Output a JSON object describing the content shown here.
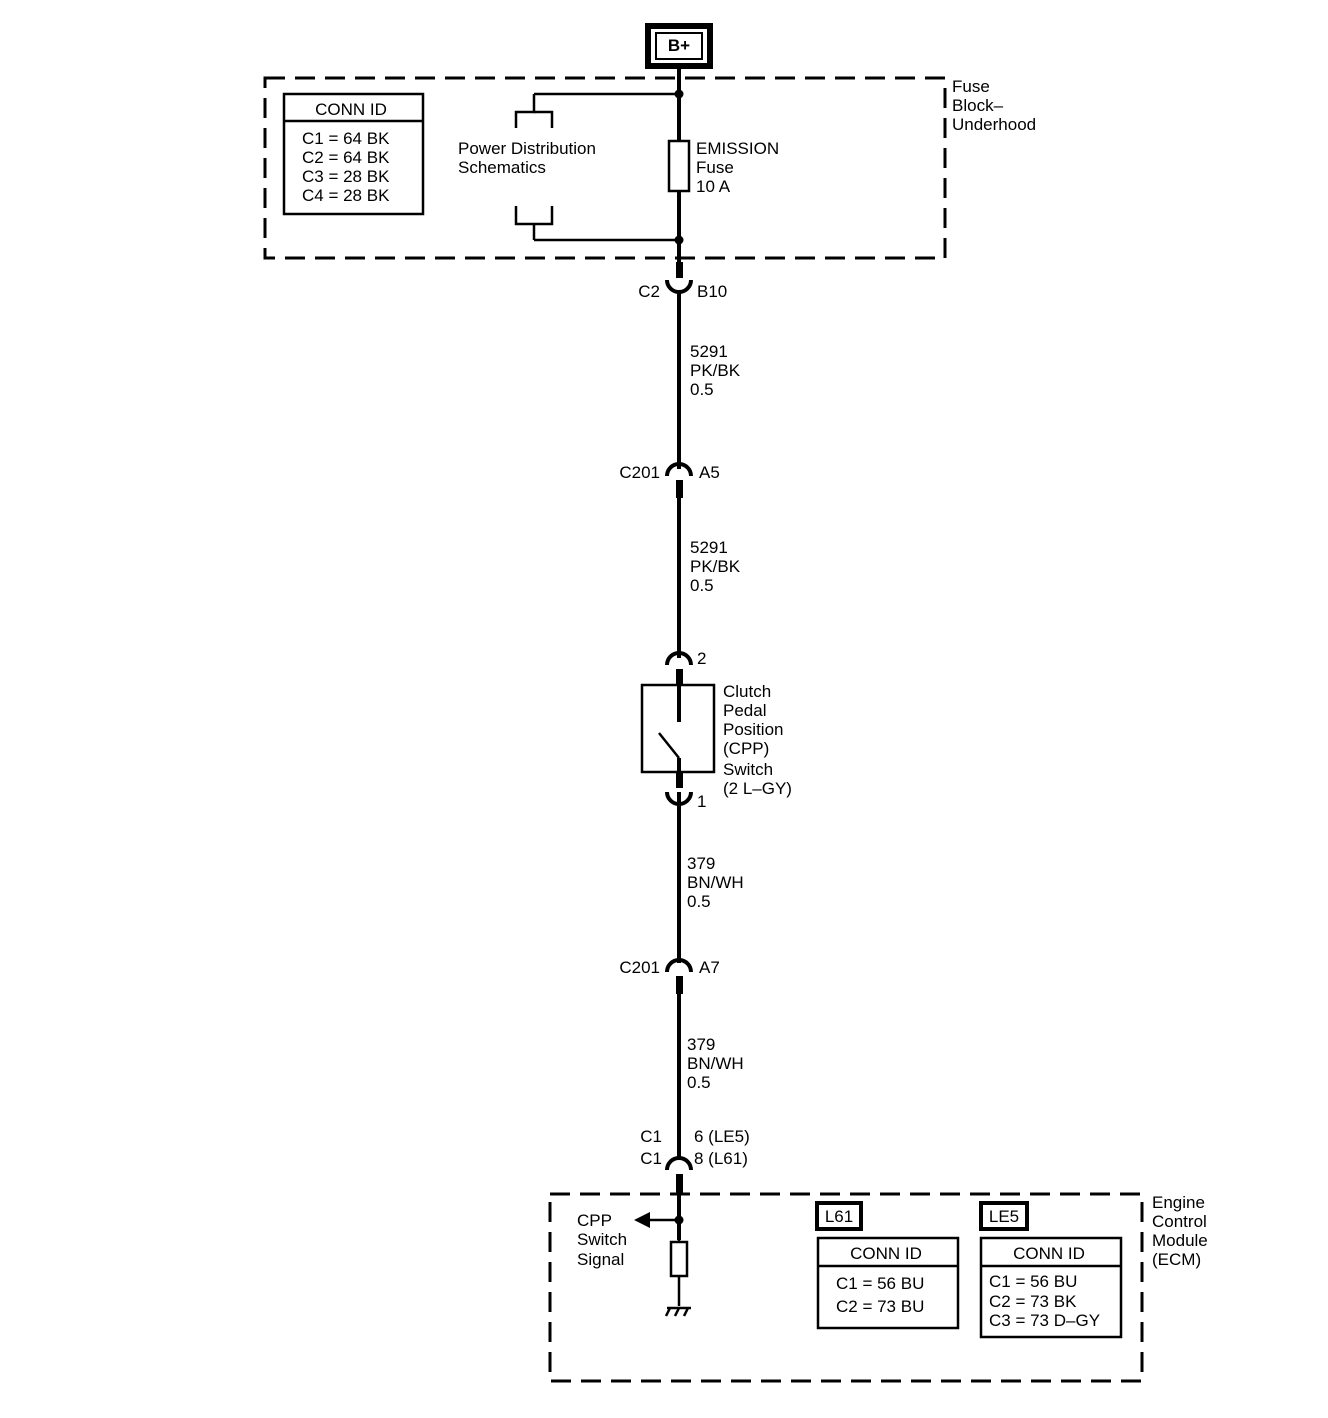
{
  "power_source": "B+",
  "fuse_block": {
    "name_lines": [
      "Fuse",
      "Block–",
      "Underhood"
    ],
    "conn_id_title": "CONN ID",
    "conn_ids": [
      "C1 = 64 BK",
      "C2 = 64 BK",
      "C3 = 28 BK",
      "C4 = 28 BK"
    ],
    "power_distribution_lines": [
      "Power Distribution",
      "Schematics"
    ],
    "fuse_lines": [
      "EMISSION",
      "Fuse",
      "10 A"
    ]
  },
  "connectors": {
    "c2": {
      "name": "C2",
      "pin": "B10"
    },
    "c201_a5": {
      "name": "C201",
      "pin": "A5"
    },
    "c201_a7": {
      "name": "C201",
      "pin": "A7"
    },
    "switch_pin_top": "2",
    "switch_pin_bottom": "1",
    "ecm_c1_le5": {
      "name": "C1",
      "pin": "6 (LE5)"
    },
    "ecm_c1_l61": {
      "name": "C1",
      "pin": "8 (L61)"
    }
  },
  "wires": {
    "w1": [
      "5291",
      "PK/BK",
      "0.5"
    ],
    "w2": [
      "5291",
      "PK/BK",
      "0.5"
    ],
    "w3": [
      "379",
      "BN/WH",
      "0.5"
    ],
    "w4": [
      "379",
      "BN/WH",
      "0.5"
    ]
  },
  "cpp_switch": {
    "name_lines": [
      "Clutch",
      "Pedal",
      "Position",
      "(CPP)",
      "Switch",
      "(2 L–GY)"
    ]
  },
  "ecm": {
    "name_lines": [
      "Engine",
      "Control",
      "Module",
      "(ECM)"
    ],
    "signal_lines": [
      "CPP",
      "Switch",
      "Signal"
    ],
    "l61": {
      "tag": "L61",
      "title": "CONN ID",
      "rows": [
        "C1 = 56 BU",
        "C2 = 73 BU"
      ]
    },
    "le5": {
      "tag": "LE5",
      "title": "CONN ID",
      "rows": [
        "C1 = 56 BU",
        "C2 = 73 BK",
        "C3 = 73 D–GY"
      ]
    }
  }
}
